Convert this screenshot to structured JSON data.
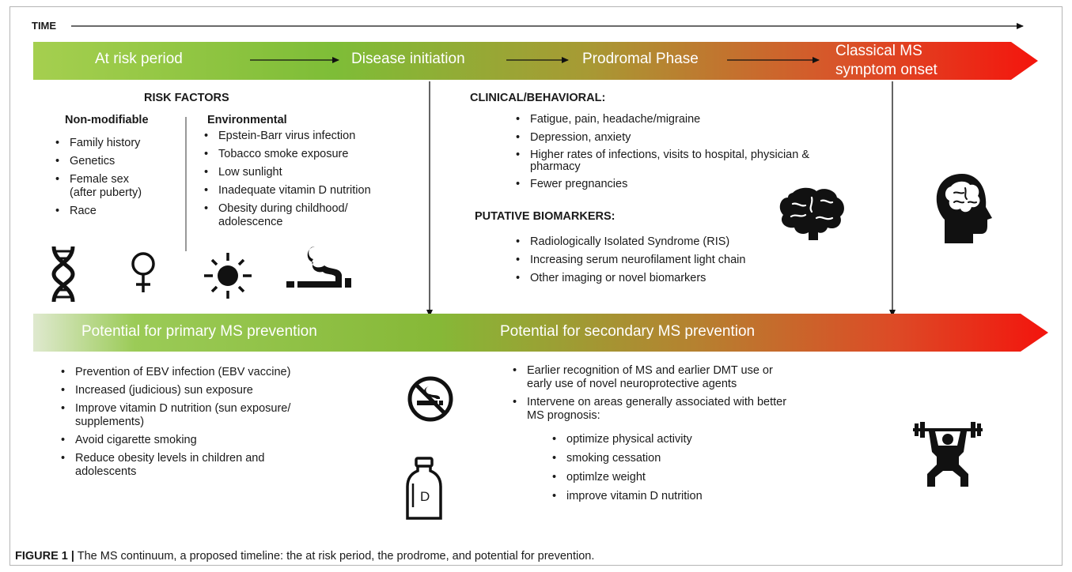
{
  "time_label": "TIME",
  "top_band": {
    "stage1": "At risk period",
    "stage2": "Disease initiation",
    "stage3": "Prodromal Phase",
    "stage4_line1": "Classical MS",
    "stage4_line2": "symptom onset",
    "colors": {
      "start": "#a6cf4e",
      "mid": "#7fbf3a",
      "end": "#f0180e"
    }
  },
  "risk_factors": {
    "title": "RISK FACTORS",
    "non_modifiable": {
      "header": "Non-modifiable",
      "items": [
        "Family history",
        "Genetics",
        "Female sex\n(after puberty)",
        "Race"
      ]
    },
    "environmental": {
      "header": "Environmental",
      "items": [
        "Epstein-Barr virus infection",
        "Tobacco smoke exposure",
        "Low sunlight",
        "Inadequate vitamin D nutrition",
        "Obesity during childhood/\nadolescence"
      ]
    },
    "icons": [
      "dna-icon",
      "female-symbol-icon",
      "sun-icon",
      "smoking-icon"
    ]
  },
  "clinical": {
    "header": "CLINICAL/BEHAVIORAL:",
    "items": [
      "Fatigue, pain, headache/migraine",
      "Depression, anxiety",
      "Higher rates of infections, visits to hospital, physician &\npharmacy",
      "Fewer pregnancies"
    ]
  },
  "biomarkers": {
    "header": "PUTATIVE BIOMARKERS:",
    "items": [
      "Radiologically Isolated Syndrome (RIS)",
      "Increasing serum neurofilament light chain",
      "Other imaging or novel biomarkers"
    ]
  },
  "bottom_band": {
    "primary": "Potential for primary MS prevention",
    "secondary": "Potential for secondary MS prevention"
  },
  "primary_prevention": {
    "items": [
      "Prevention of EBV infection (EBV vaccine)",
      "Increased (judicious) sun exposure",
      "Improve vitamin D nutrition (sun exposure/\nsupplements)",
      "Avoid cigarette smoking",
      "Reduce obesity levels in children and\nadolescents"
    ]
  },
  "secondary_prevention": {
    "items": [
      "Earlier recognition of MS and earlier DMT use or\nearly use of novel neuroprotective agents",
      "Intervene  on areas generally associated with better\nMS prognosis:"
    ],
    "subitems": [
      "optimize physical activity",
      "smoking cessation",
      "optimlze weight",
      "improve vitamin D nutrition"
    ]
  },
  "vitamin_label": "D",
  "caption": {
    "label": "FIGURE 1 |",
    "text": " The MS continuum, a proposed timeline: the at risk period, the prodrome, and potential for prevention."
  }
}
